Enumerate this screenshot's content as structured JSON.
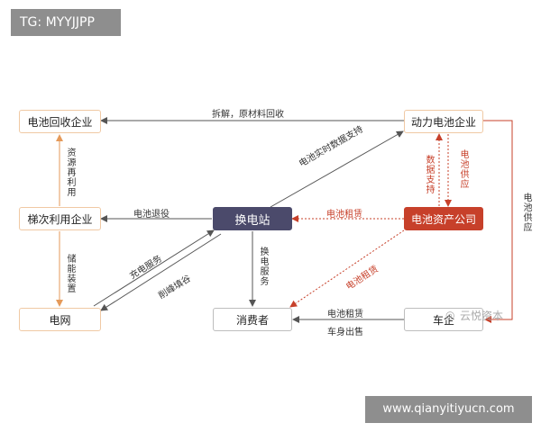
{
  "header_tag": "TG: MYYJJPP",
  "footer_site": "www.qianyitiyucn.com",
  "watermark": {
    "icon": "wechat-icon",
    "text": "云悦资本"
  },
  "nodes": {
    "recycle": "电池回收企业",
    "power_battery": "动力电池企业",
    "cascade": "梯次利用企业",
    "swap_station": "换电站",
    "battery_asset": "电池资产公司",
    "grid": "电网",
    "consumer": "消费者",
    "car_company": "车企"
  },
  "edges": {
    "dismantle": "拆解，原材料回收",
    "resource_reuse": "资源再利用",
    "data_support_realtime": "电池实时数据支持",
    "data_support": "数据支持",
    "battery_supply_short": "电池供应",
    "battery_supply_right": "电池供应",
    "battery_retire": "电池退役",
    "battery_lease_station": "电池租赁",
    "energy_storage": "储能装置",
    "charging_service": "充电服务",
    "peak_shaving": "削峰填谷",
    "swap_service": "换电服务",
    "battery_lease_consumer": "电池租赁",
    "battery_lease_car": "电池租赁",
    "body_sale": "车身出售"
  },
  "colors": {
    "dark_node": "#4b4a6b",
    "asset_node": "#c7402a",
    "node_border": "#f0c9a4",
    "line": "#555555",
    "accent_line": "#e59a5a",
    "red_line": "#c7402a"
  }
}
